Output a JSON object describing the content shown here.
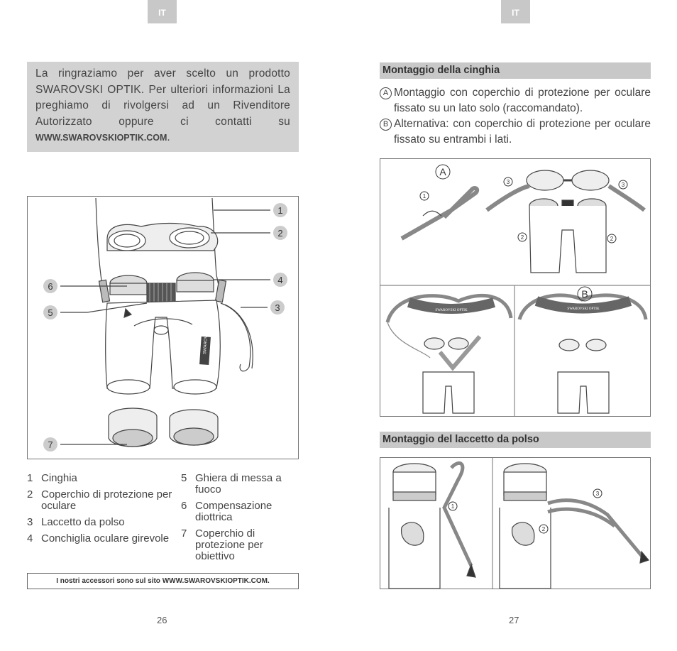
{
  "left_page": {
    "lang_tab": "IT",
    "intro_text": "La ringraziamo per aver scelto un prodotto SWAROVSKI OPTIK. Per ulteriori informazioni La preghiamo di rivolgersi ad un Rivenditore Autorizzato oppure ci contatti su ",
    "intro_url": "WWW.SWAROVSKIOPTIK.COM",
    "intro_end": ".",
    "figure_callouts": [
      "1",
      "2",
      "3",
      "4",
      "5",
      "6",
      "7"
    ],
    "figure_logo": "SWAROVSKI",
    "legend_left": [
      {
        "num": "1",
        "text": "Cinghia"
      },
      {
        "num": "2",
        "text": "Coperchio di protezione per oculare"
      },
      {
        "num": "3",
        "text": "Laccetto da polso"
      },
      {
        "num": "4",
        "text": "Conchiglia oculare girevole"
      }
    ],
    "legend_right": [
      {
        "num": "5",
        "text": "Ghiera di messa a fuoco"
      },
      {
        "num": "6",
        "text": "Compensazione diottrica"
      },
      {
        "num": "7",
        "text": "Coperchio di protezione per obiettivo"
      }
    ],
    "accessory_note": "I nostri accessori sono sul sito WWW.SWAROVSKIOPTIK.COM.",
    "page_number": "26"
  },
  "right_page": {
    "lang_tab": "IT",
    "strap_header": "Montaggio della cinghia",
    "option_a": {
      "badge": "A",
      "text": "Montaggio con coperchio di protezione per oculare fissato su un lato solo (raccomandato)."
    },
    "option_b": {
      "badge": "B",
      "text": "Alternativa: con coperchio di protezione per oculare fissato su entrambi i lati."
    },
    "strap_figure": {
      "label_a": "A",
      "label_b": "B",
      "step_1": "1",
      "step_2": "2",
      "step_3": "3",
      "strap_text": "SWAROVSKI OPTIK"
    },
    "wrist_header": "Montaggio del laccetto da polso",
    "wrist_figure": {
      "step_1": "1",
      "step_2": "2",
      "step_3": "3"
    },
    "page_number": "27"
  }
}
